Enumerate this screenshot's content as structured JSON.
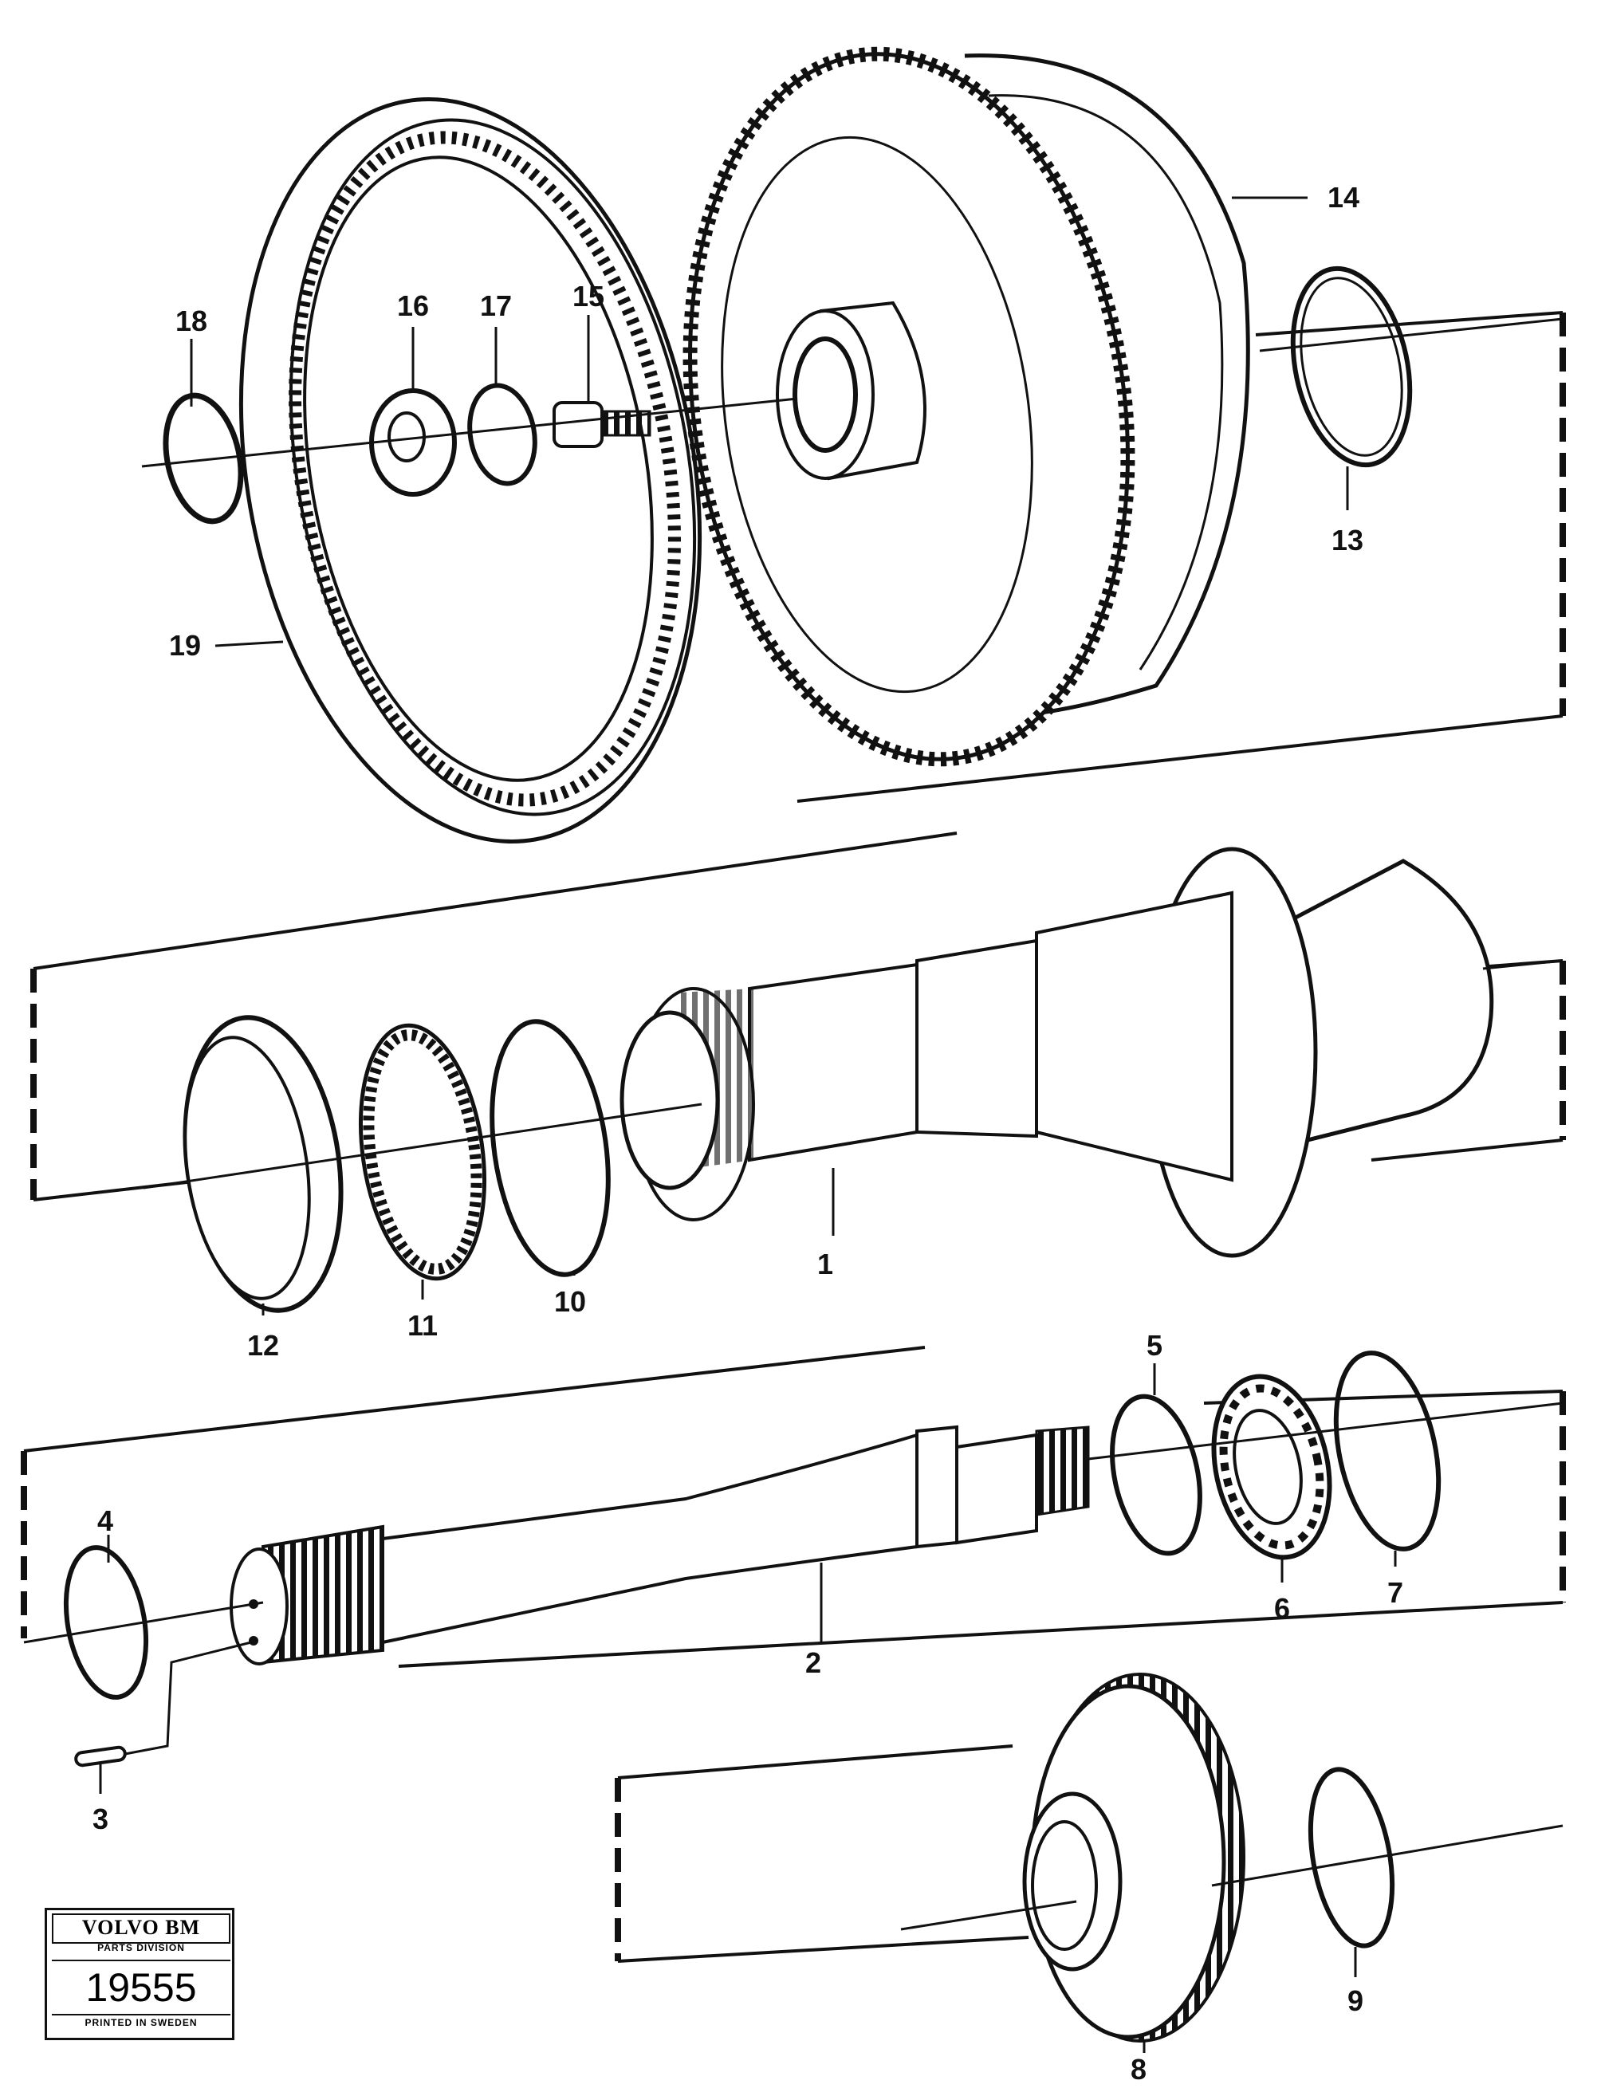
{
  "callouts": {
    "c1": "1",
    "c2": "2",
    "c3": "3",
    "c4": "4",
    "c5": "5",
    "c6": "6",
    "c7": "7",
    "c8": "8",
    "c9": "9",
    "c10": "10",
    "c11": "11",
    "c12": "12",
    "c13": "13",
    "c14": "14",
    "c15": "15",
    "c16": "16",
    "c17": "17",
    "c18": "18",
    "c19": "19"
  },
  "stamp": {
    "brand": "VOLVO BM",
    "division": "PARTS DIVISION",
    "number": "19555",
    "printed": "PRINTED IN SWEDEN"
  }
}
